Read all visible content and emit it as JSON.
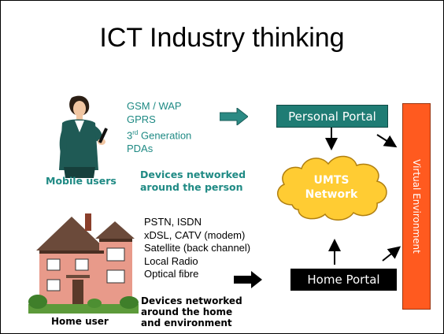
{
  "title": "ICT Industry thinking",
  "mobile": {
    "list": [
      "GSM / WAP",
      "GPRS",
      "3",
      "rd",
      " Generation",
      "PDAs"
    ],
    "user_label": "Mobile users",
    "caption_line1": "Devices networked",
    "caption_line2": "around the person"
  },
  "home": {
    "list": [
      "PSTN, ISDN",
      "xDSL, CATV (modem)",
      "Satellite (back channel)",
      "Local Radio",
      "Optical fibre"
    ],
    "user_label": "Home user",
    "caption_line1": "Devices networked",
    "caption_line2": "around the home",
    "caption_line3": "and environment"
  },
  "network": {
    "personal_portal": "Personal Portal",
    "home_portal": "Home Portal",
    "cloud_line1": "UMTS",
    "cloud_line2": "Network",
    "virtual_environment": "Virtual Environment"
  },
  "colors": {
    "teal_text": "#1f8a84",
    "personal_portal_fill": "#1f7c74",
    "cloud_fill": "#ffcc33",
    "virtual_env_fill": "#ff5a1f",
    "home_portal_fill": "#000000"
  },
  "icons": {
    "mobile_user": "businesswoman-with-phone-icon",
    "home": "house-icon"
  }
}
